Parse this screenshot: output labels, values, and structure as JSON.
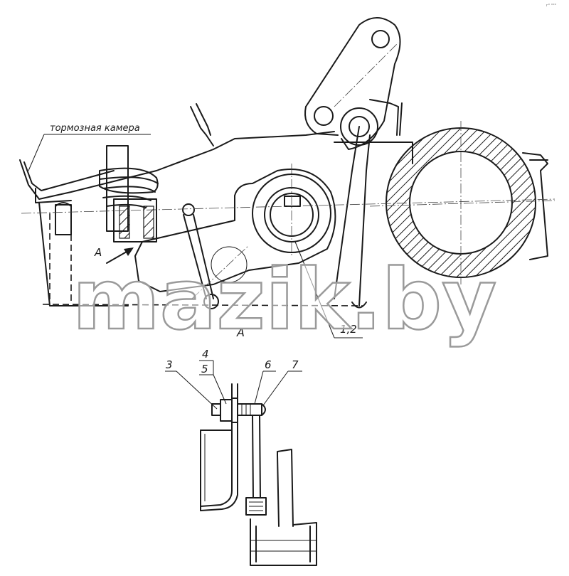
{
  "corner_text": "г° °°°",
  "labels": {
    "brake_chamber": "тормозная камера",
    "view_arrow": "A",
    "view_title": "A",
    "ref_1_2": "1,2",
    "ref_3": "3",
    "ref_4": "4",
    "ref_5": "5",
    "ref_6": "6",
    "ref_7": "7"
  },
  "watermark": "mazik.by",
  "colors": {
    "line": "#1a1a1a",
    "watermark_fill": "#ffffff",
    "watermark_stroke": "#9a9a9a",
    "background": "#ffffff"
  }
}
